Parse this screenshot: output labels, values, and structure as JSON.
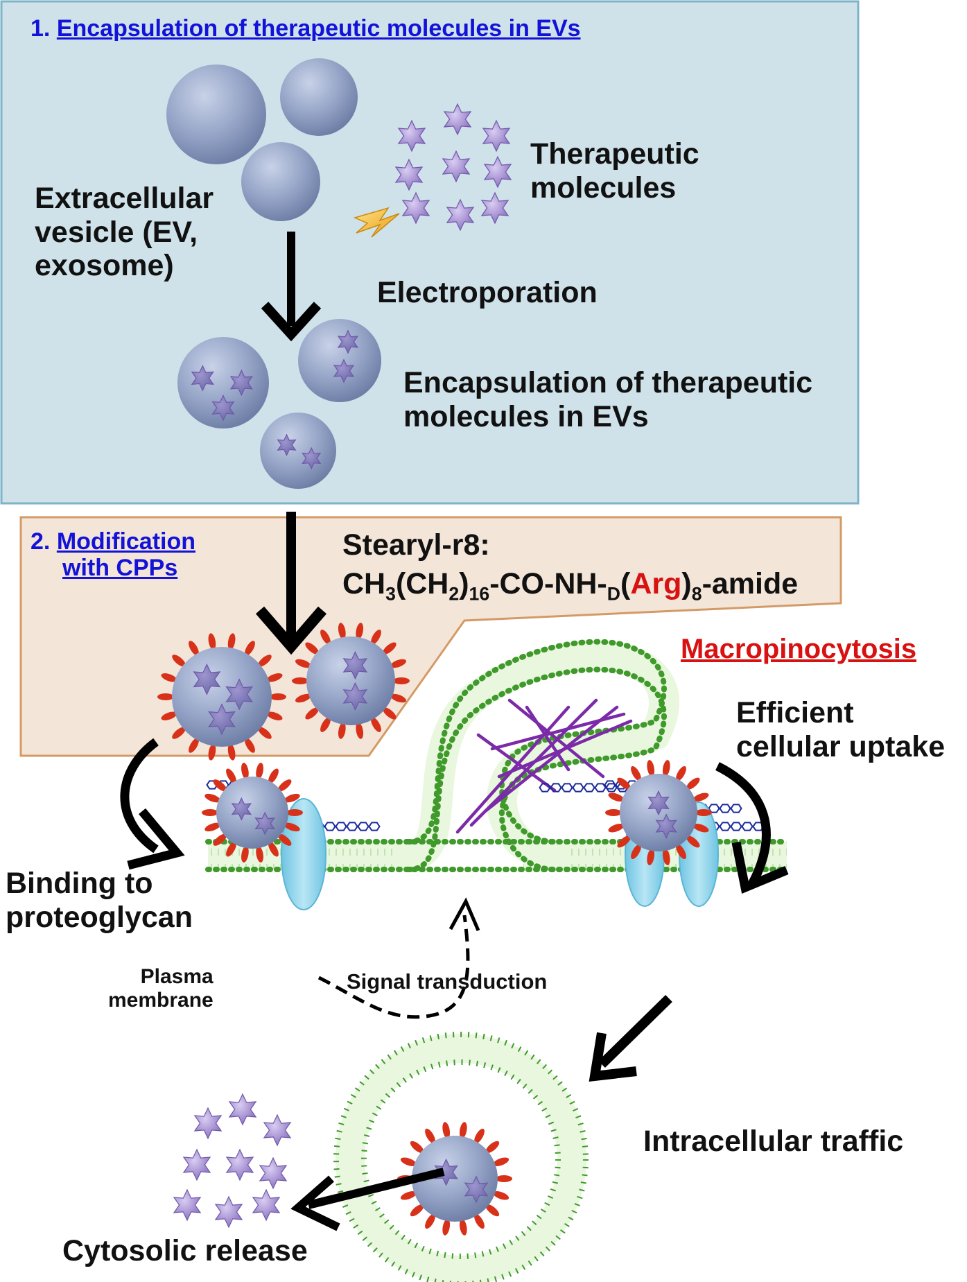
{
  "section1": {
    "number": "1.",
    "title": "Encapsulation of therapeutic molecules in EVs"
  },
  "section2": {
    "number": "2.",
    "title_line1": "Modification",
    "title_line2": "with CPPs"
  },
  "labels": {
    "ev_line1": "Extracellular",
    "ev_line2": "vesicle (EV,",
    "ev_line3": "exosome)",
    "therapeutic_line1": "Therapeutic",
    "therapeutic_line2": "molecules",
    "electroporation": "Electroporation",
    "encapsulation_line1": "Encapsulation of therapeutic",
    "encapsulation_line2": "molecules in EVs",
    "stearyl_name": "Stearyl-r8:",
    "formula": {
      "ch3": "CH",
      "sub3": "3",
      "ch2": "(CH",
      "sub2": "2",
      "close": ")",
      "sub16": "16",
      "mid": "-CO-NH-",
      "subD": "D",
      "open_paren": "(",
      "arg": "Arg",
      "close_paren": ")",
      "sub8": "8",
      "amide": "-amide"
    },
    "macropinocytosis": "Macropinocytosis",
    "efficient_line1": "Efficient",
    "efficient_line2": "cellular uptake",
    "binding_line1": "Binding to",
    "binding_line2": "proteoglycan",
    "plasma_line1": "Plasma",
    "plasma_line2": "membrane",
    "signal": "Signal transduction",
    "intracellular": "Intracellular traffic",
    "cytosolic": "Cytosolic release"
  },
  "colors": {
    "panel1_fill": "#cfe2ea",
    "panel1_border": "#7fb3c7",
    "panel2_fill": "#f3e5d8",
    "panel2_border": "#d49a66",
    "section_title": "#1212d8",
    "accent_red": "#d81111",
    "vesicle": "#8f9fc2",
    "cargo_star": "#9b86c9",
    "cpp_peptide": "#d8311a",
    "membrane_head": "#3f9a2b",
    "membrane_tail": "#d8f0c8",
    "actin": "#7b2aa8",
    "receptor": "#8fd3ea",
    "glycan": "#1a2a9a",
    "lightning": "#f0b020"
  },
  "icons": [
    "vesicle-icon",
    "star-molecule-icon",
    "lightning-icon",
    "arrow-icon",
    "cpp-vesicle-icon",
    "proteoglycan-icon",
    "receptor-icon",
    "actin-icon",
    "membrane-icon",
    "endosome-icon"
  ]
}
